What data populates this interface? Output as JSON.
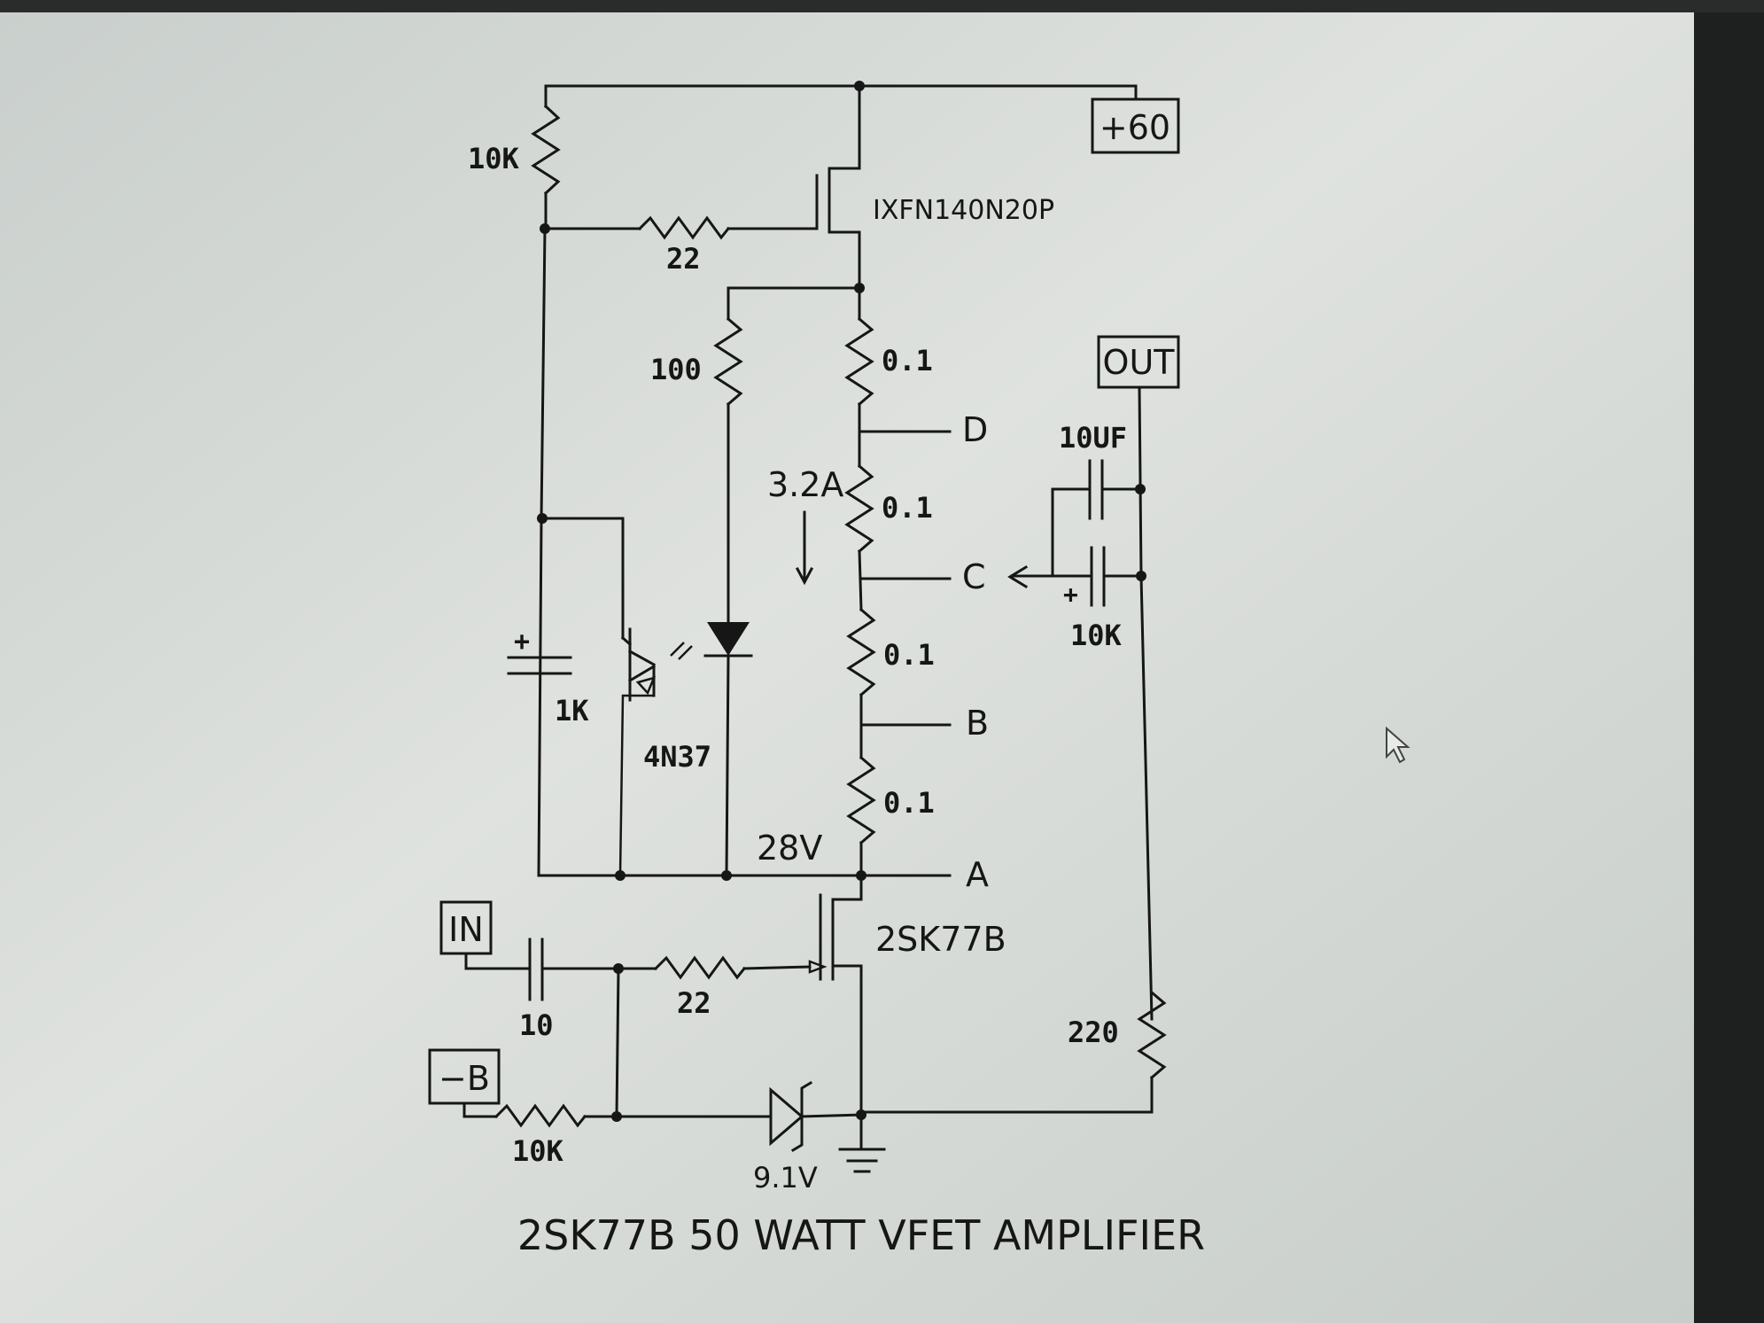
{
  "title": "2SK77B 50 WATT VFET AMPLIFIER",
  "terminals": {
    "vplus": "+60",
    "out": "OUT",
    "in": "IN",
    "vminus": "−B"
  },
  "components": {
    "r_top_10k": "10K",
    "mosfet": "IXFN140N20P",
    "r_gate_22": "22",
    "r_100": "100",
    "r_01_1": "0.1",
    "r_01_2": "0.1",
    "r_01_3": "0.1",
    "r_01_4": "0.1",
    "current": "3.2A",
    "cap_1k": "1K",
    "opto": "4N37",
    "v_28": "28V",
    "cap_10uf": "10UF",
    "r_10k_out": "10K",
    "vfet": "2SK77B",
    "cap_in_10": "10",
    "r_in_22": "22",
    "r_bias_10k": "10K",
    "zener": "9.1V",
    "r_220": "220"
  },
  "taps": {
    "d": "D",
    "c": "C",
    "b": "B",
    "a": "A"
  },
  "colors": {
    "screen": "#d6dad8",
    "ink": "#161616",
    "bezel": "#1e1f1f"
  }
}
